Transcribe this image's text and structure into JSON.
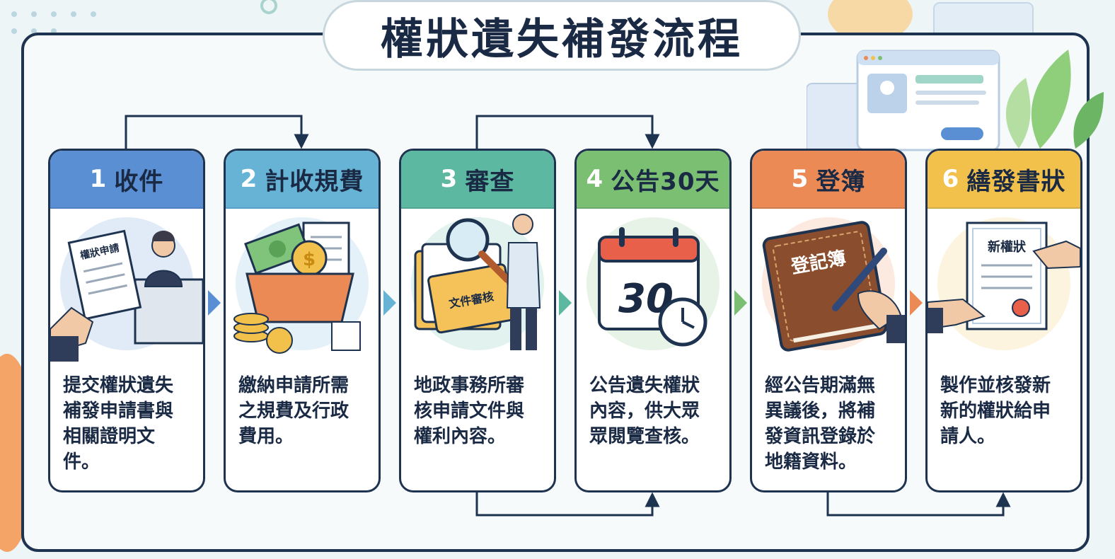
{
  "title": "權狀遺失補發流程",
  "colors": {
    "frame": "#1e3350",
    "step1": "#5b8fd3",
    "step2": "#67b3d6",
    "step3": "#5cb8a0",
    "step4": "#7bbf73",
    "step5": "#ec8a55",
    "step6": "#f2c14b"
  },
  "steps": [
    {
      "num": "1",
      "label": "收件",
      "color": "#5b8fd3",
      "desc": "提交權狀遺失\n補發申請書與\n相關證明文\n件。",
      "illus_text": "權狀申請",
      "icon": "counter-clerk-icon"
    },
    {
      "num": "2",
      "label": "計收規費",
      "color": "#67b3d6",
      "desc": "繳納申請所需\n之規費及行政\n費用。",
      "illus_text": "",
      "icon": "money-basket-icon"
    },
    {
      "num": "3",
      "label": "審查",
      "color": "#5cb8a0",
      "desc": "地政事務所審\n核申請文件與\n權利內容。",
      "illus_text": "文件審核",
      "icon": "magnifier-folder-icon"
    },
    {
      "num": "4",
      "label": "公告30天",
      "color": "#7bbf73",
      "desc": "公告遺失權狀\n內容，供大眾\n眾閱覽查核。",
      "illus_text": "30",
      "icon": "calendar-clock-icon"
    },
    {
      "num": "5",
      "label": "登簿",
      "color": "#ec8a55",
      "desc": "經公告期滿無\n異議後，將補\n發資訊登錄於\n地籍資料。",
      "illus_text": "登記簿",
      "icon": "register-book-icon"
    },
    {
      "num": "6",
      "label": "繕發書狀",
      "color": "#f2c14b",
      "desc": "製作並核發新\n新的權狀給申\n請人。",
      "illus_text": "新權狀",
      "icon": "certificate-handover-icon"
    }
  ]
}
